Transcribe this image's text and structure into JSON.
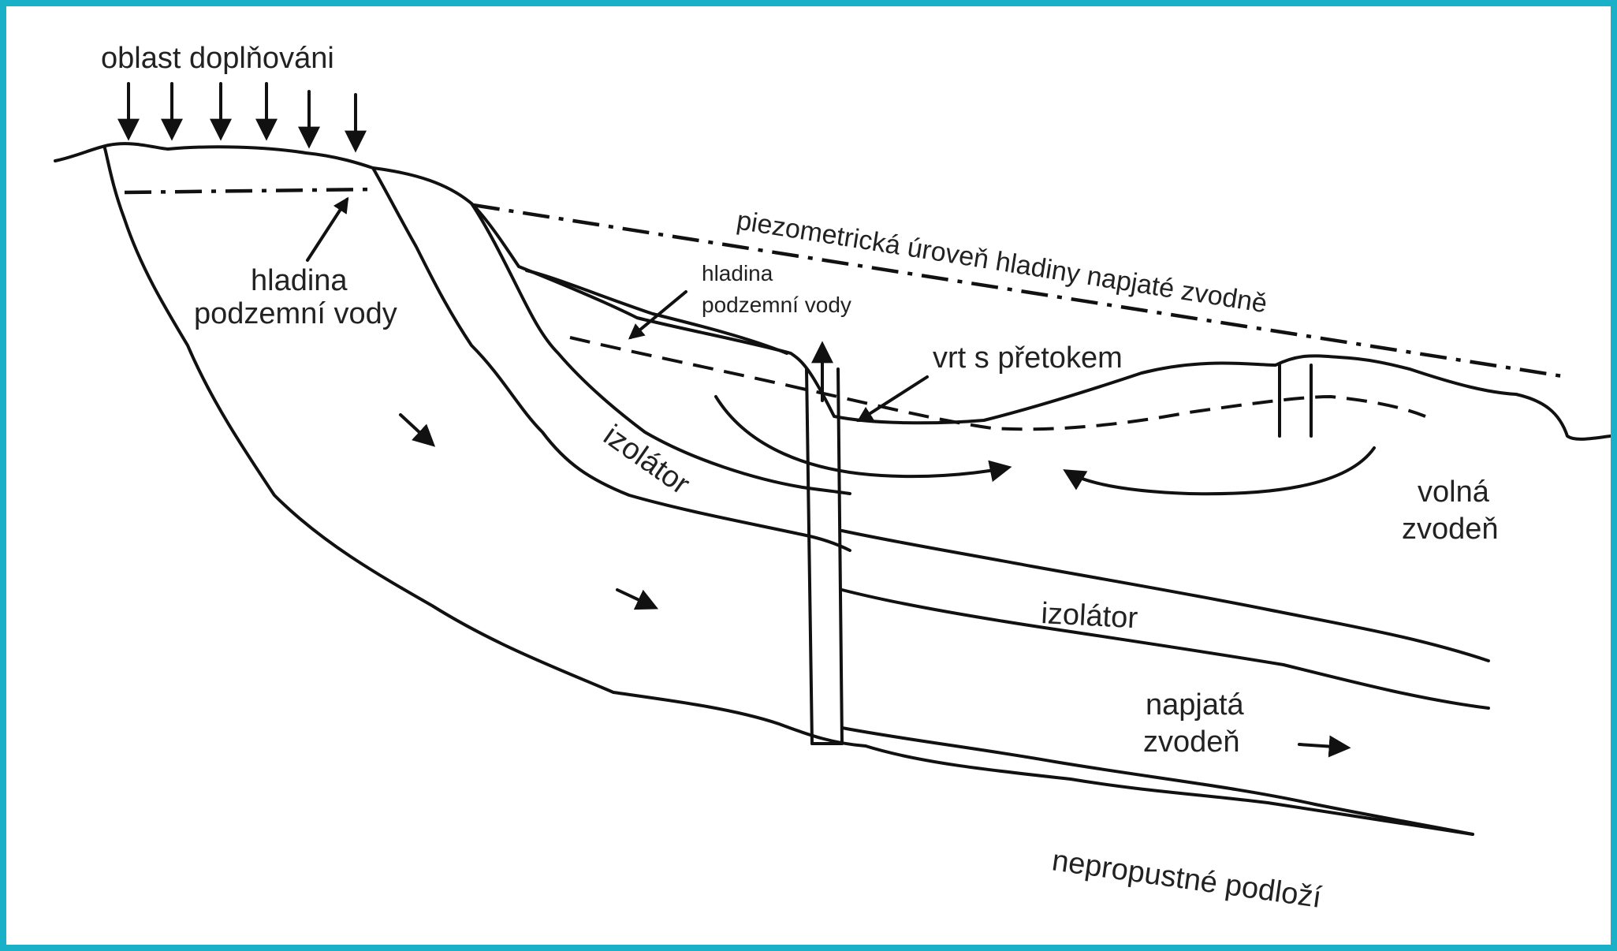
{
  "labels": {
    "recharge_area": "oblast doplňováni",
    "water_table_left": [
      "hladina",
      "podzemní vody"
    ],
    "piezometric": "piezometrická úroveň hladiny napjaté zvodně",
    "water_table_mid": [
      "hladina",
      "podzemní vody"
    ],
    "flowing_well": "vrt s přetokem",
    "aquitard_upper": "izolátor",
    "aquitard_lower": "izolátor",
    "unconfined_aquifer": [
      "volná",
      "zvodeň"
    ],
    "confined_aquifer": [
      "napjatá",
      "zvodeň"
    ],
    "impermeable_base": "nepropustné podloží"
  },
  "colors": {
    "frame_border": "#1ab0c8",
    "background": "#ffffff",
    "line": "#111111"
  }
}
